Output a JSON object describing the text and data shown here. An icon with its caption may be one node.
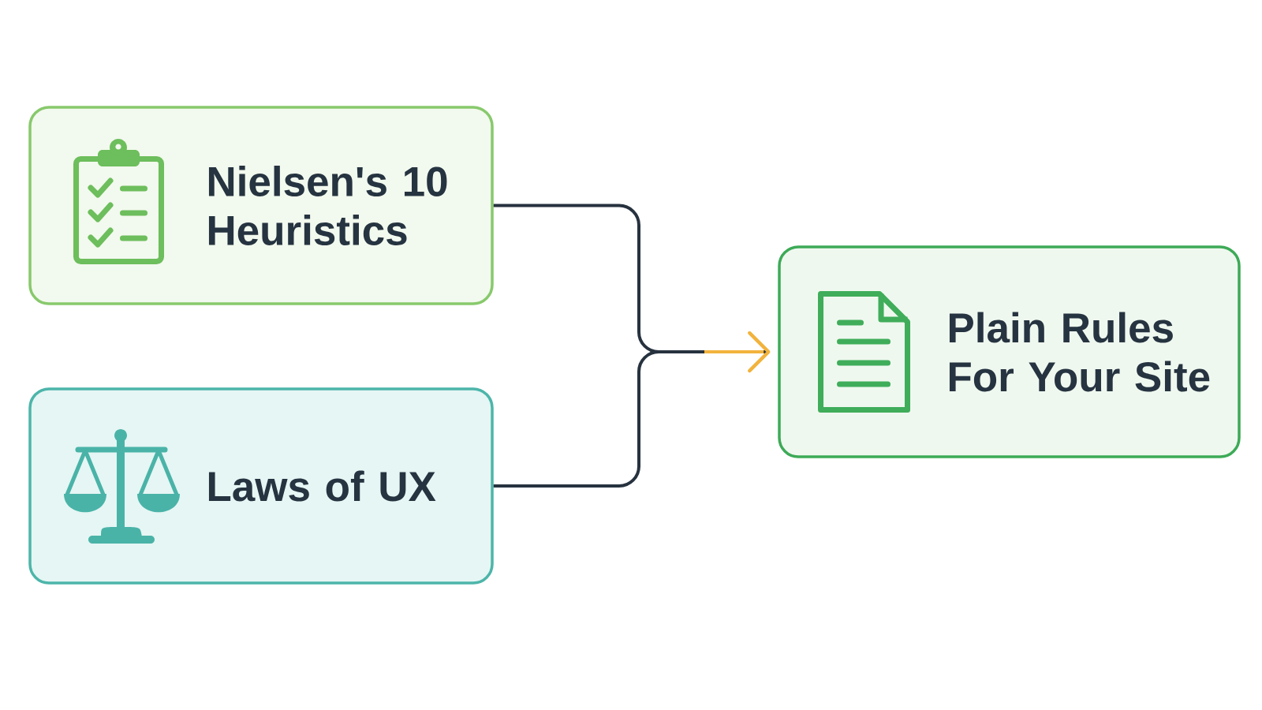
{
  "diagram": {
    "nodes": [
      {
        "text": [
          "Nielsen's 10 Heuristics"
        ]
      },
      {
        "text": [
          "Laws of UX"
        ]
      },
      {
        "text": [
          "Plain Rules For Your Site"
        ]
      }
    ],
    "edges": [
      {
        "from": 0,
        "to": 2,
        "arrow": "to"
      },
      {
        "from": 1,
        "to": 2,
        "arrow": "to"
      }
    ]
  }
}
